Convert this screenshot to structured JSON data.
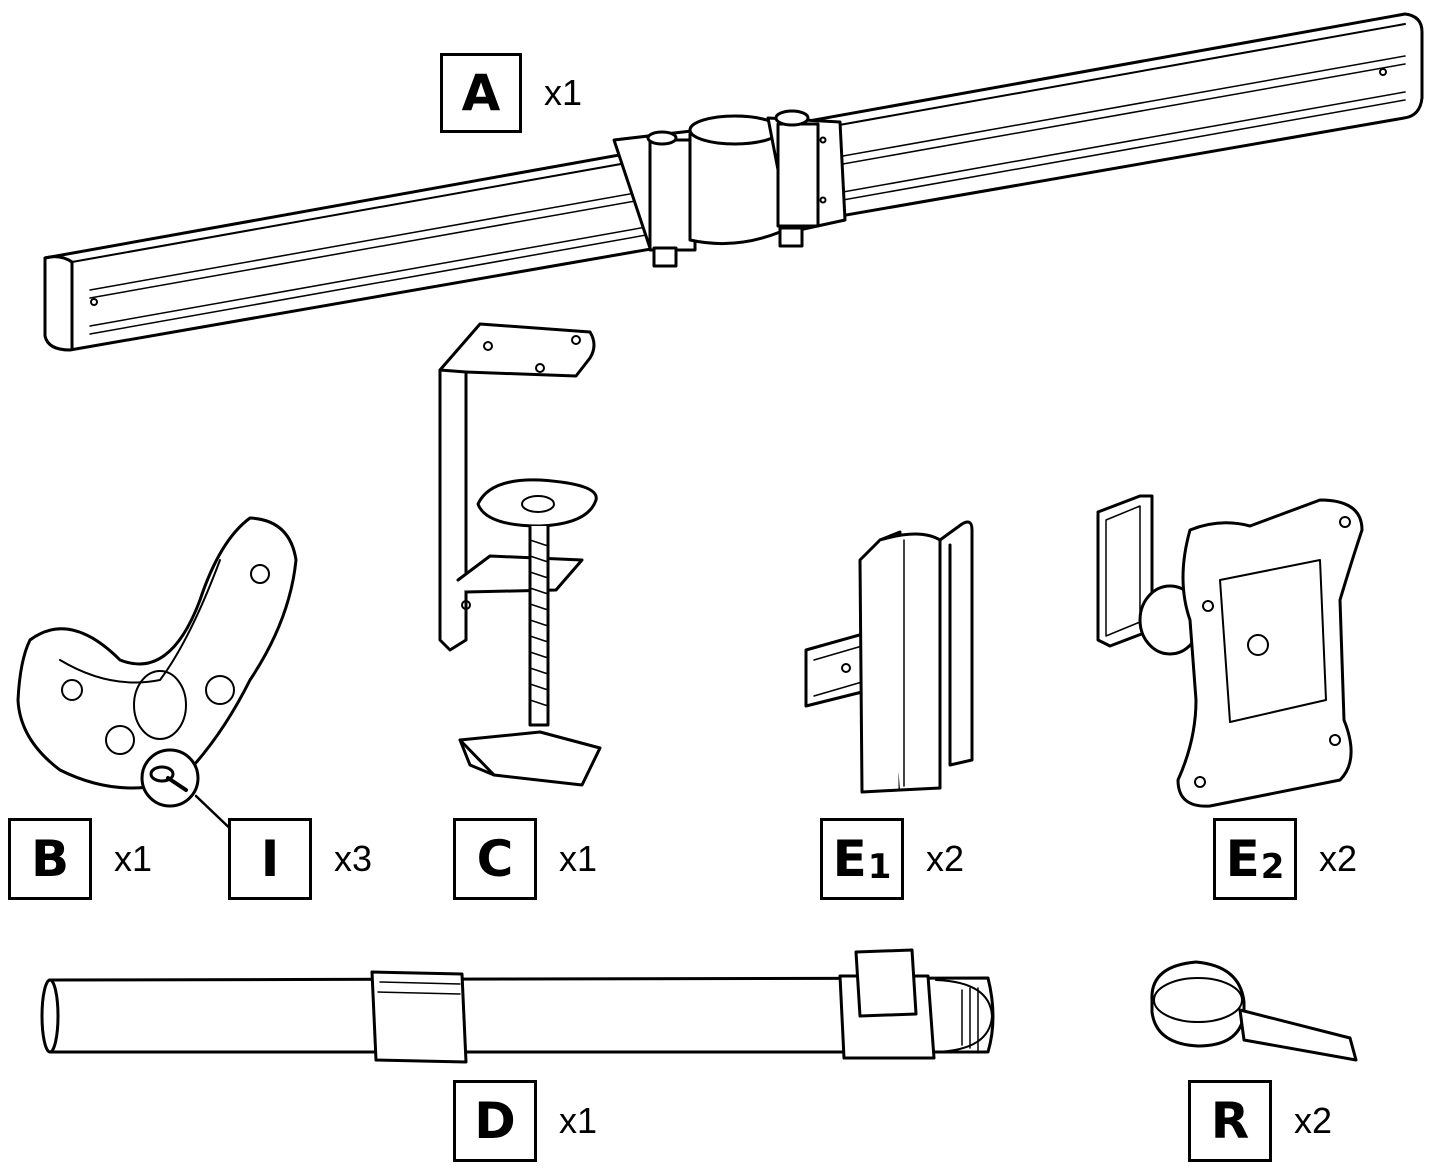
{
  "parts": [
    {
      "id": "A",
      "letter": "A",
      "sub": "",
      "qty": "x1",
      "icon": "crossbar-icon"
    },
    {
      "id": "B",
      "letter": "B",
      "sub": "",
      "qty": "x1",
      "icon": "base-bracket-icon"
    },
    {
      "id": "I",
      "letter": "I",
      "sub": "",
      "qty": "x3",
      "icon": "screw-icon"
    },
    {
      "id": "C",
      "letter": "C",
      "sub": "",
      "qty": "x1",
      "icon": "desk-clamp-icon"
    },
    {
      "id": "E1",
      "letter": "E",
      "sub": "1",
      "qty": "x2",
      "icon": "slide-bracket-icon"
    },
    {
      "id": "E2",
      "letter": "E",
      "sub": "2",
      "qty": "x2",
      "icon": "vesa-mount-icon"
    },
    {
      "id": "D",
      "letter": "D",
      "sub": "",
      "qty": "x1",
      "icon": "pole-icon"
    },
    {
      "id": "R",
      "letter": "R",
      "sub": "",
      "qty": "x2",
      "icon": "cable-strap-icon"
    }
  ],
  "colors": {
    "line": "#000000",
    "fill": "#ffffff",
    "shade": "#bdbdbd"
  }
}
